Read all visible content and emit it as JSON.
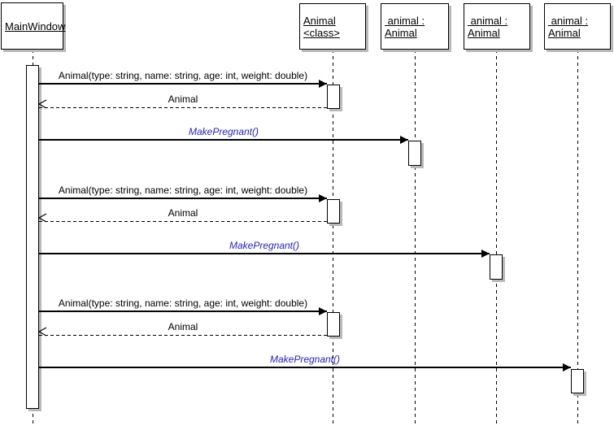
{
  "diagram_type": "uml-sequence-diagram",
  "colors": {
    "background": "#ffffff",
    "line": "#000000",
    "async_message": "#2222cc",
    "shadow": "#b9b9b9"
  },
  "participants": [
    {
      "id": "mainwindow",
      "lines": [
        "MainWindow"
      ]
    },
    {
      "id": "animal-class",
      "lines": [
        "Animal",
        "<class>"
      ]
    },
    {
      "id": "animal-1",
      "lines": [
        " animal :",
        "Animal"
      ]
    },
    {
      "id": "animal-2",
      "lines": [
        " animal :",
        "Animal"
      ]
    },
    {
      "id": "animal-3",
      "lines": [
        " animal :",
        "Animal"
      ]
    }
  ],
  "messages": [
    {
      "label": "Animal(type: string, name: string, age: int, weight: double)",
      "kind": "call",
      "from": "MainWindow",
      "to": "Animal <class>"
    },
    {
      "label": "Animal",
      "kind": "return",
      "from": "Animal <class>",
      "to": "MainWindow"
    },
    {
      "label": "MakePregnant()",
      "kind": "async-call",
      "from": "MainWindow",
      "to": "animal : Animal (1)"
    },
    {
      "label": "Animal(type: string, name: string, age: int, weight: double)",
      "kind": "call",
      "from": "MainWindow",
      "to": "Animal <class>"
    },
    {
      "label": "Animal",
      "kind": "return",
      "from": "Animal <class>",
      "to": "MainWindow"
    },
    {
      "label": "MakePregnant()",
      "kind": "async-call",
      "from": "MainWindow",
      "to": "animal : Animal (2)"
    },
    {
      "label": "Animal(type: string, name: string, age: int, weight: double)",
      "kind": "call",
      "from": "MainWindow",
      "to": "Animal <class>"
    },
    {
      "label": "Animal",
      "kind": "return",
      "from": "Animal <class>",
      "to": "MainWindow"
    },
    {
      "label": "MakePregnant()",
      "kind": "async-call",
      "from": "MainWindow",
      "to": "animal : Animal (3)"
    }
  ]
}
